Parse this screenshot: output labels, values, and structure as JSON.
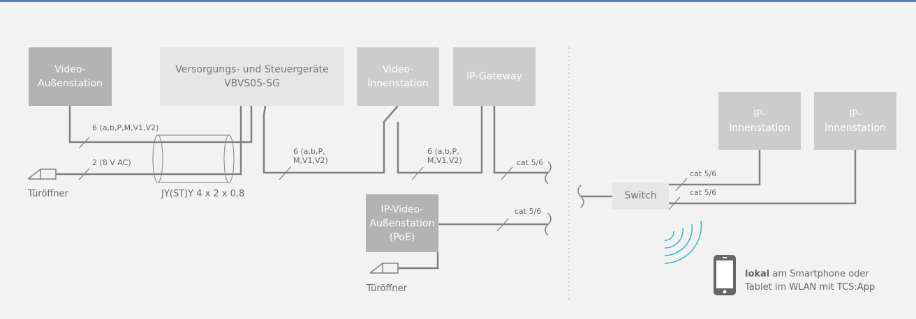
{
  "boxes": {
    "video_aussenstation": "Video-\nAußenstation",
    "versorgungsgeraete": "Versorgungs- und Steuergeräte\nVBVS05-SG",
    "video_innenstation": "Video-\nInnenstation",
    "ip_gateway": "IP-Gateway",
    "ip_video_aussenstation": "IP-Video-\nAußenstation\n(PoE)",
    "switch": "Switch",
    "ip_innenstation_1": "IP-\nInnenstation",
    "ip_innenstation_2": "IP-\nInnenstation"
  },
  "wire_labels": {
    "six_wire_top": "6 (a,b,P,M,V1,V2)",
    "two_wire": "2 (8 V AC)",
    "six_wire_mid": "6 (a,b,P,\nM,V1,V2)",
    "six_wire_right": "6 (a,b,P,\nM,V1,V2)",
    "cat_gateway": "cat 5/6",
    "cat_ipvideo": "cat 5/6",
    "cat_switch_1": "cat 5/6",
    "cat_switch_2": "cat 5/6"
  },
  "labels": {
    "tueroeffner_1": "Türöffner",
    "cable": "JY(ST)Y 4 x 2 x 0,8",
    "tueroeffner_2": "Türöffner"
  },
  "app_note": {
    "bold": "lokal",
    "line1_rest": " am Smartphone oder",
    "line2": "Tablet im WLAN mit TCS:App"
  },
  "colors": {
    "wire": "#808080",
    "wifi": "#33b5c8",
    "divider": "#aaaaaa",
    "phone": "#666666"
  }
}
